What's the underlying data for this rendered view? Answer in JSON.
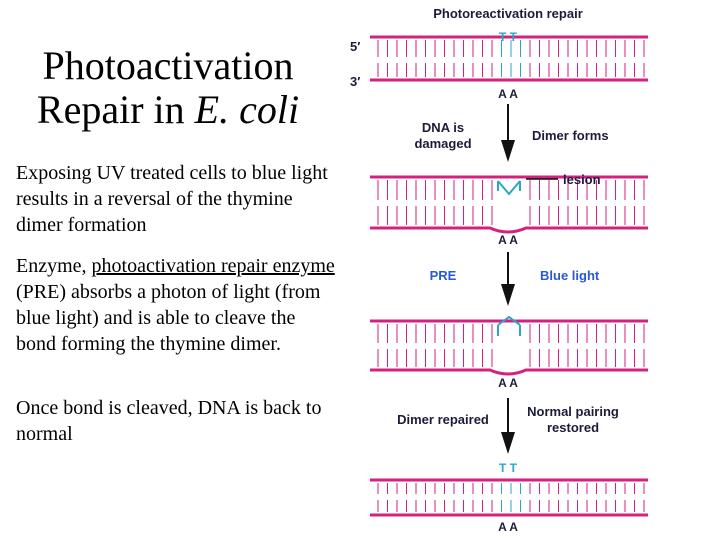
{
  "title": {
    "main": "Photoactivation",
    "line2_prefix": "Repair in ",
    "line2_italic": "E. coli"
  },
  "paragraphs": {
    "p1": "Exposing UV treated cells to blue light results in a reversal of the thymine dimer formation",
    "p2_prefix": "Enzyme, ",
    "p2_underlined": "photoactivation repair enzyme",
    "p2_rest": " (PRE) absorbs a photon of light (from blue light) and is able to cleave the bond forming the thymine dimer.",
    "p3": "Once bond is cleaved, DNA is back to normal"
  },
  "figure": {
    "title": "Photoreactivation repair",
    "five_prime": "5′",
    "three_prime": "3′",
    "bases_top": "T T",
    "bases_bottom": "A A",
    "step1_left_1": "DNA is",
    "step1_left_2": "damaged",
    "step1_right": "Dimer forms",
    "lesion": "lesion",
    "step2_left": "PRE",
    "step2_right": "Blue light",
    "step3_left": "Dimer repaired",
    "step3_right_1": "Normal pairing",
    "step3_right_2": "restored",
    "colors": {
      "strand": "#d6207e",
      "thymine": "#2aa6c8",
      "text": "#1c1c3a"
    }
  }
}
